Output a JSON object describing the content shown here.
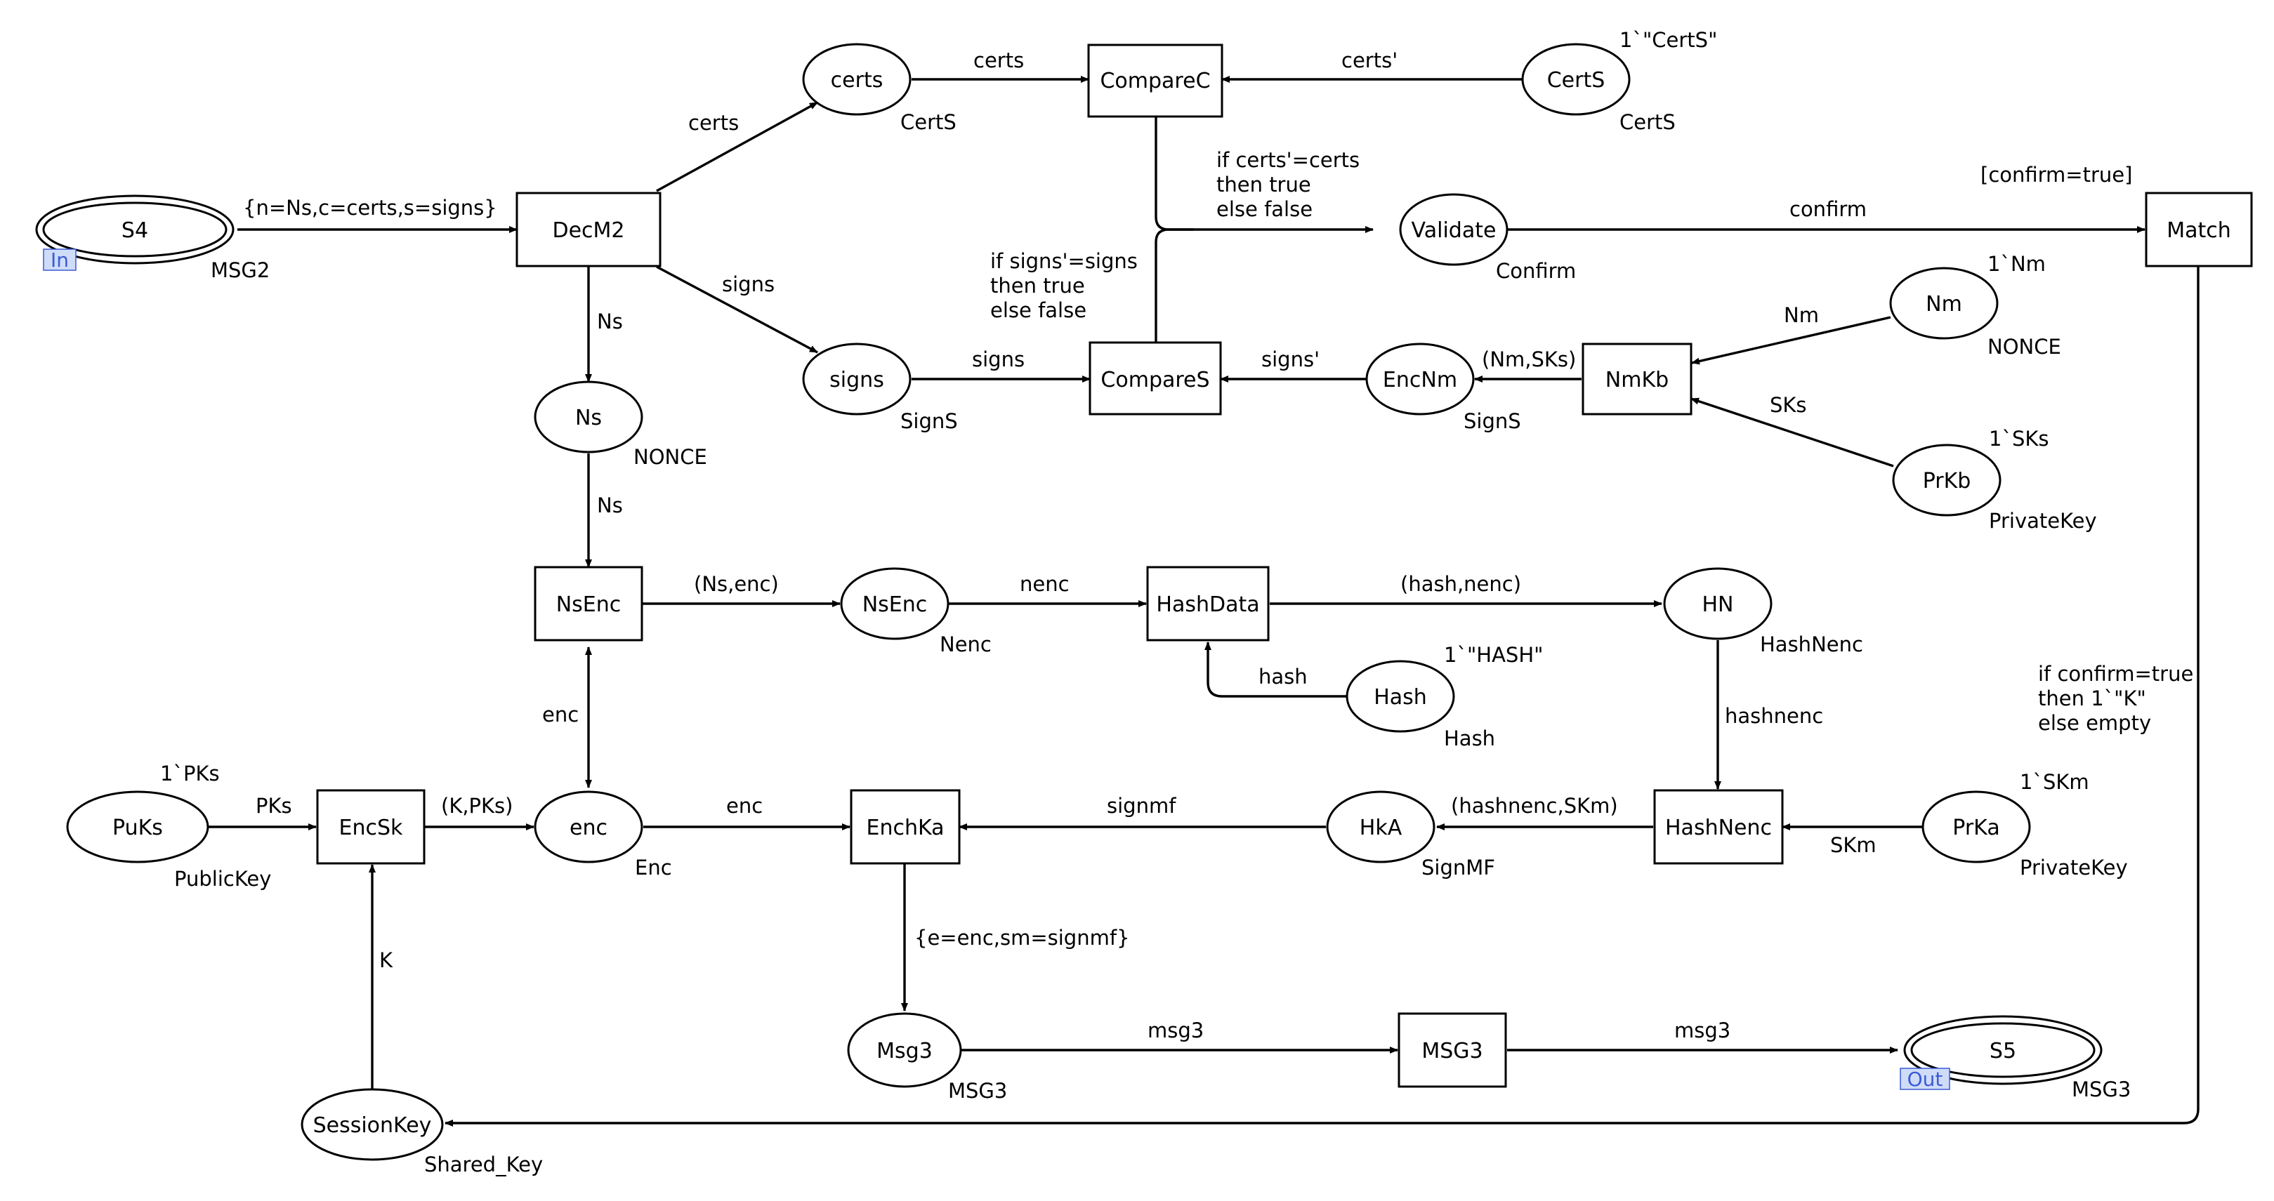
{
  "places": {
    "s4": {
      "name": "S4",
      "type": "MSG2",
      "port": "In"
    },
    "certs": {
      "name": "certs",
      "type": "CertS"
    },
    "certs_src": {
      "name": "CertS",
      "type": "CertS",
      "marking": "1`\"CertS\""
    },
    "validate": {
      "name": "Validate",
      "type": "Confirm"
    },
    "nm": {
      "name": "Nm",
      "type": "NONCE",
      "marking": "1`Nm"
    },
    "prkb": {
      "name": "PrKb",
      "type": "PrivateKey",
      "marking": "1`SKs"
    },
    "signs": {
      "name": "signs",
      "type": "SignS"
    },
    "encnm": {
      "name": "EncNm",
      "type": "SignS"
    },
    "ns": {
      "name": "Ns",
      "type": "NONCE"
    },
    "nsenc": {
      "name": "NsEnc",
      "type": "Nenc"
    },
    "hn": {
      "name": "HN",
      "type": "HashNenc"
    },
    "hash": {
      "name": "Hash",
      "type": "Hash",
      "marking": "1`\"HASH\""
    },
    "puks": {
      "name": "PuKs",
      "type": "PublicKey",
      "marking": "1`PKs"
    },
    "enc": {
      "name": "enc",
      "type": "Enc"
    },
    "hka": {
      "name": "HkA",
      "type": "SignMF"
    },
    "prka": {
      "name": "PrKa",
      "type": "PrivateKey",
      "marking": "1`SKm"
    },
    "msg3": {
      "name": "Msg3",
      "type": "MSG3"
    },
    "s5": {
      "name": "S5",
      "type": "MSG3",
      "port": "Out"
    },
    "sessionkey": {
      "name": "SessionKey",
      "type": "Shared_Key"
    }
  },
  "transitions": {
    "decm2": {
      "name": "DecM2"
    },
    "comparec": {
      "name": "CompareC"
    },
    "compares": {
      "name": "CompareS"
    },
    "nmkb": {
      "name": "NmKb"
    },
    "match": {
      "name": "Match",
      "guard": "[confirm=true]"
    },
    "nsenc_t": {
      "name": "NsEnc"
    },
    "hashdata": {
      "name": "HashData"
    },
    "hashnenc": {
      "name": "HashNenc"
    },
    "encsk": {
      "name": "EncSk"
    },
    "enchka": {
      "name": "EnchKa"
    },
    "msg3_t": {
      "name": "MSG3"
    }
  },
  "arcs": {
    "s4_decm2": "{n=Ns,c=certs,s=signs}",
    "decm2_certs": "certs",
    "certs_comparec": "certs",
    "certs_src_comparec": "certs'",
    "decm2_signs": "signs",
    "signs_compares": "signs",
    "encnm_compares": "signs'",
    "nmkb_encnm": "(Nm,SKs)",
    "nm_nmkb": "Nm",
    "prkb_nmkb": "SKs",
    "validate_match": "confirm",
    "decm2_ns": "Ns",
    "ns_nsenc": "Ns",
    "nsenc_nsenc": "(Ns,enc)",
    "nsenc_hashdata": "nenc",
    "hashdata_hn": "(hash,nenc)",
    "hash_hashdata": "hash",
    "hn_hashnenc": "hashnenc",
    "nsenc_enc": "enc",
    "puks_encsk": "PKs",
    "encsk_enc": "(K,PKs)",
    "enc_enchka": "enc",
    "hka_enchka": "signmf",
    "hashnenc_hka": "(hashnenc,SKm)",
    "prka_hashnenc": "SKm",
    "enchka_msg3": "{e=enc,sm=signmf}",
    "msg3_msg3": "msg3",
    "msg3_s5": "msg3",
    "sessionkey_encsk": "K",
    "match_sessionkey": [
      "if confirm=true",
      "then 1`\"K\"",
      "else empty"
    ],
    "compare_validate_c": [
      "if certs'=certs",
      "then true",
      "else false"
    ],
    "compare_validate_s": [
      "if signs'=signs",
      "then true",
      "else false"
    ]
  }
}
